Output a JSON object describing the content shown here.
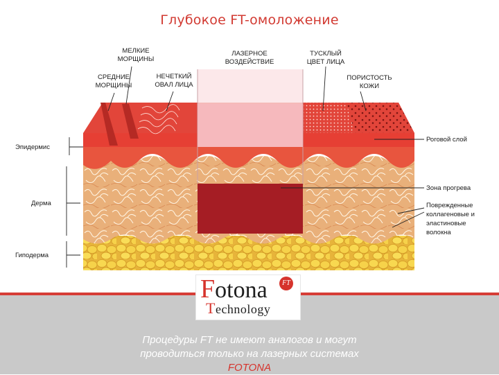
{
  "title": "Глубокое FT-омоложение",
  "callouts": {
    "fine_wrinkles": [
      "МЕЛКИЕ",
      "МОРЩИНЫ"
    ],
    "medium_wrinkles": [
      "СРЕДНИЕ",
      "МОРЩИНЫ"
    ],
    "blurred_oval": [
      "НЕЧЕТКИЙ",
      "ОВАЛ ЛИЦА"
    ],
    "laser_action": [
      "ЛАЗЕРНОЕ",
      "ВОЗДЕЙСТВИЕ"
    ],
    "dull_complexion": [
      "ТУСКЛЫЙ",
      "ЦВЕТ ЛИЦА"
    ],
    "skin_porosity": [
      "ПОРИСТОСТЬ",
      "КОЖИ"
    ]
  },
  "left_labels": {
    "epidermis": "Эпидермис",
    "dermis": "Дерма",
    "hypodermis": "Гиподерма"
  },
  "right_labels": {
    "stratum_corneum": "Роговой слой",
    "heating_zone": "Зона прогрева",
    "damaged_fibers": [
      "Поврежденные",
      "коллагеновые и",
      "эластиновые",
      "волокна"
    ]
  },
  "colors": {
    "accent": "#d6332c",
    "stratum": "#e2453a",
    "epidermis": "#e8553e",
    "dermis": "#e9b07a",
    "heating_zone": "#a51d24",
    "fat": "#f3cb3c",
    "footer": "#c9c9c9"
  },
  "logo": {
    "first_letter": "F",
    "rest": "otona",
    "second_letter": "T",
    "second_rest": "echnology",
    "badge": "FT"
  },
  "caption": {
    "line1": "Процедуры FT не имеют аналогов и могут",
    "line2": "проводиться только на лазерных системах",
    "brand": "FOTONA"
  }
}
